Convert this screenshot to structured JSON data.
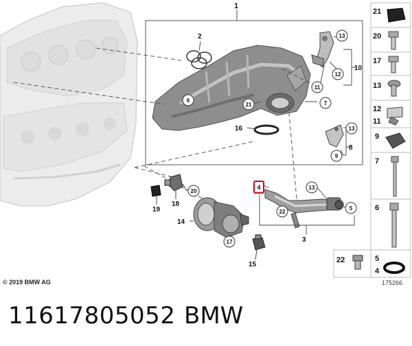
{
  "diagram": {
    "copyright": "© 2019 BMW AG",
    "doc_number": "175266",
    "callouts": {
      "c1": "1",
      "c2": "2",
      "c3": "3",
      "c4": "4",
      "c5": "5",
      "c6": "6",
      "c7": "7",
      "c8": "8",
      "c9": "9",
      "c10": "10",
      "c11": "11",
      "c12": "12",
      "c13a": "13",
      "c13b": "13",
      "c13c": "13",
      "c14": "14",
      "c15": "15",
      "c16": "16",
      "c17": "17",
      "c18": "18",
      "c19": "19",
      "c20": "20",
      "c21": "21",
      "c22": "22"
    },
    "legend": {
      "l21": "21",
      "l20": "20",
      "l17": "17",
      "l13": "13",
      "l12": "12",
      "l11": "11",
      "l9": "9",
      "l7": "7",
      "l6": "6",
      "l5": "5",
      "l4": "4",
      "l22": "22"
    }
  },
  "footer": {
    "part_number": "11617805052",
    "brand": "BMW"
  }
}
